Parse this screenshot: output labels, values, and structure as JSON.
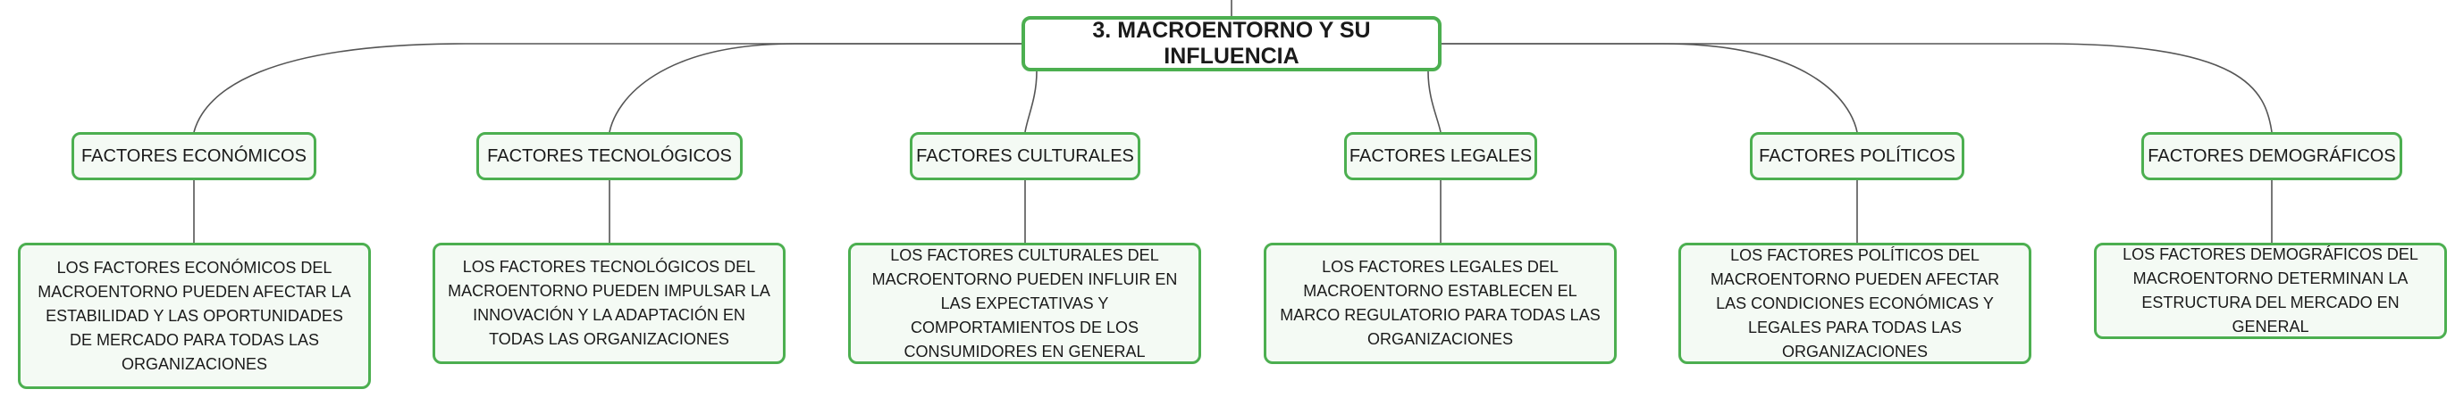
{
  "colors": {
    "node_border": "#4caf50",
    "node_fill": "#f4faf4",
    "link": "#555555"
  },
  "root": {
    "label": "3. MACROENTORNO Y SU INFLUENCIA"
  },
  "categories": [
    {
      "label": "FACTORES ECONÓMICOS",
      "description": "LOS FACTORES ECONÓMICOS DEL MACROENTORNO PUEDEN AFECTAR LA ESTABILIDAD Y LAS OPORTUNIDADES DE MERCADO PARA TODAS LAS ORGANIZACIONES"
    },
    {
      "label": "FACTORES TECNOLÓGICOS",
      "description": "LOS FACTORES TECNOLÓGICOS DEL MACROENTORNO PUEDEN IMPULSAR LA INNOVACIÓN Y LA ADAPTACIÓN EN TODAS LAS ORGANIZACIONES"
    },
    {
      "label": "FACTORES CULTURALES",
      "description": "LOS FACTORES CULTURALES DEL MACROENTORNO PUEDEN INFLUIR EN LAS EXPECTATIVAS Y COMPORTAMIENTOS DE LOS CONSUMIDORES EN GENERAL"
    },
    {
      "label": "FACTORES LEGALES",
      "description": "LOS FACTORES LEGALES DEL MACROENTORNO ESTABLECEN EL MARCO REGULATORIO PARA TODAS LAS ORGANIZACIONES"
    },
    {
      "label": "FACTORES POLÍTICOS",
      "description": "LOS FACTORES POLÍTICOS DEL MACROENTORNO PUEDEN AFECTAR LAS CONDICIONES ECONÓMICAS Y LEGALES PARA TODAS LAS ORGANIZACIONES"
    },
    {
      "label": "FACTORES DEMOGRÁFICOS",
      "description": "LOS FACTORES DEMOGRÁFICOS DEL MACROENTORNO DETERMINAN LA ESTRUCTURA DEL MERCADO EN GENERAL"
    }
  ]
}
